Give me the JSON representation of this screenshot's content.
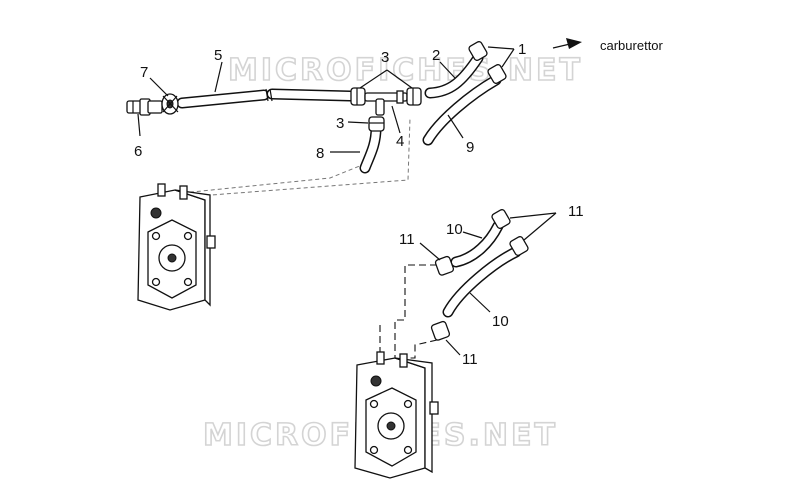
{
  "watermarks": [
    "MICROFICHES.NET",
    "MICROFICHES.NET"
  ],
  "destination_label": "carburettor",
  "callouts": [
    {
      "id": "c1",
      "text": "1"
    },
    {
      "id": "c2",
      "text": "2"
    },
    {
      "id": "c3a",
      "text": "3"
    },
    {
      "id": "c3b",
      "text": "3"
    },
    {
      "id": "c4",
      "text": "4"
    },
    {
      "id": "c5",
      "text": "5"
    },
    {
      "id": "c6",
      "text": "6"
    },
    {
      "id": "c7",
      "text": "7"
    },
    {
      "id": "c8",
      "text": "8"
    },
    {
      "id": "c9",
      "text": "9"
    },
    {
      "id": "c10a",
      "text": "10"
    },
    {
      "id": "c10b",
      "text": "10"
    },
    {
      "id": "c11a",
      "text": "11"
    },
    {
      "id": "c11b",
      "text": "11"
    },
    {
      "id": "c11c",
      "text": "11"
    }
  ]
}
